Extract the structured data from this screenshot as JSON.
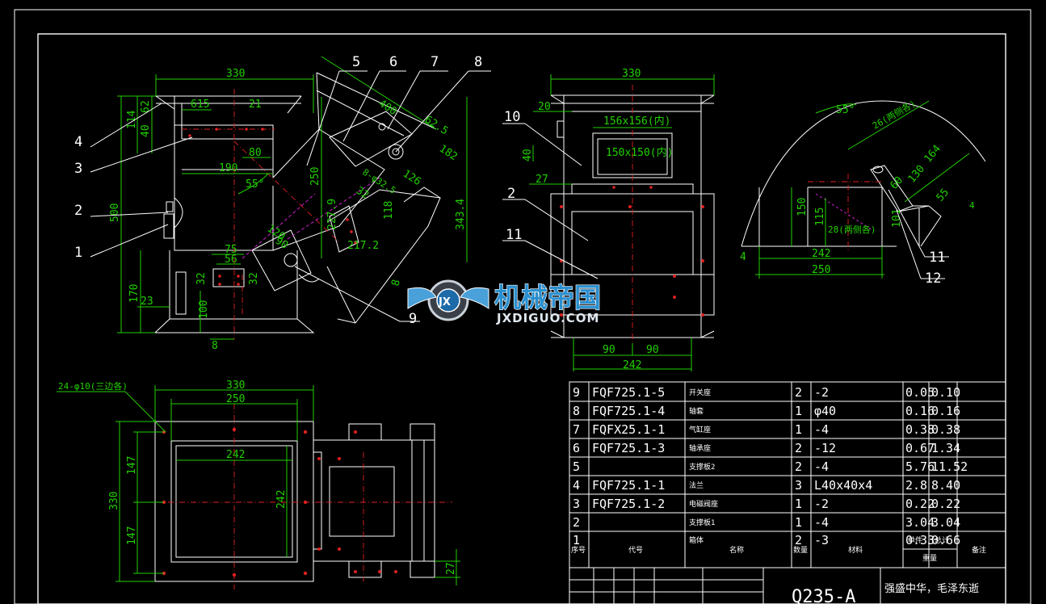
{
  "drawing": {
    "part_labels": [
      "1",
      "2",
      "3",
      "4",
      "5",
      "6",
      "7",
      "8",
      "9",
      "10",
      "11",
      "12"
    ],
    "view_front_dims": [
      "330",
      "615",
      "21",
      "80",
      "190",
      "55°",
      "250",
      "400",
      "62.5",
      "182",
      "126",
      "8-φ32.5",
      "32",
      "227.9",
      "118",
      "217.2",
      "343.4",
      "500",
      "114",
      "62",
      "40",
      "120",
      "90",
      "75",
      "56",
      "32",
      "32",
      "170",
      "23",
      "100",
      "8",
      "8"
    ],
    "view_side_dims": [
      "330",
      "20",
      "156x156(内)",
      "150x150(内)",
      "40",
      "27",
      "90",
      "90",
      "242"
    ],
    "view_detail_dims": [
      "55°",
      "26(两侧各)",
      "164",
      "130",
      "60",
      "55",
      "150",
      "115",
      "28(两侧各)",
      "101",
      "4",
      "242",
      "250",
      "4"
    ],
    "view_top_dims": [
      "24-φ10(三边各)",
      "330",
      "250",
      "242",
      "147",
      "242",
      "147",
      "330",
      "27"
    ]
  },
  "watermark": {
    "cn": "机械帝国",
    "en": "JXDIGUO.COM",
    "logo": "JX"
  },
  "bom": {
    "rows": [
      {
        "no": "9",
        "code": "FQF725.1-5",
        "name": "开关座",
        "qty": "2",
        "mat": "-2",
        "unit": "0.05",
        "total": "0.10"
      },
      {
        "no": "8",
        "code": "FQF725.1-4",
        "name": "轴套",
        "qty": "1",
        "mat": "φ40",
        "unit": "0.16",
        "total": "0.16"
      },
      {
        "no": "7",
        "code": "FQFX25.1-1",
        "name": "气缸座",
        "qty": "1",
        "mat": "-4",
        "unit": "0.38",
        "total": "0.38"
      },
      {
        "no": "6",
        "code": "FQF725.1-3",
        "name": "轴承座",
        "qty": "2",
        "mat": "-12",
        "unit": "0.67",
        "total": "1.34"
      },
      {
        "no": "5",
        "code": "",
        "name": "支撑板2",
        "qty": "2",
        "mat": "-4",
        "unit": "5.76",
        "total": "11.52"
      },
      {
        "no": "4",
        "code": "FQF725.1-1",
        "name": "法兰",
        "qty": "3",
        "mat": "L40x40x4",
        "unit": "2.8",
        "total": "8.40"
      },
      {
        "no": "3",
        "code": "FQF725.1-2",
        "name": "电磁阀座",
        "qty": "1",
        "mat": "-2",
        "unit": "0.22",
        "total": "0.22"
      },
      {
        "no": "2",
        "code": "",
        "name": "支撑板1",
        "qty": "1",
        "mat": "-4",
        "unit": "3.04",
        "total": "3.04"
      },
      {
        "no": "1",
        "code": "",
        "name": "箱体",
        "qty": "2",
        "mat": "-3",
        "unit": "0.33",
        "total": "0.66"
      }
    ],
    "header": {
      "no": "序号",
      "code": "代号",
      "name": "名称",
      "qty": "数量",
      "mat": "材料",
      "unit": "单件",
      "total": "总计",
      "weight": "重量",
      "remark": "备注"
    }
  },
  "title_block": {
    "material": "Q235-A",
    "note": "强盛中华，毛泽东逝"
  }
}
